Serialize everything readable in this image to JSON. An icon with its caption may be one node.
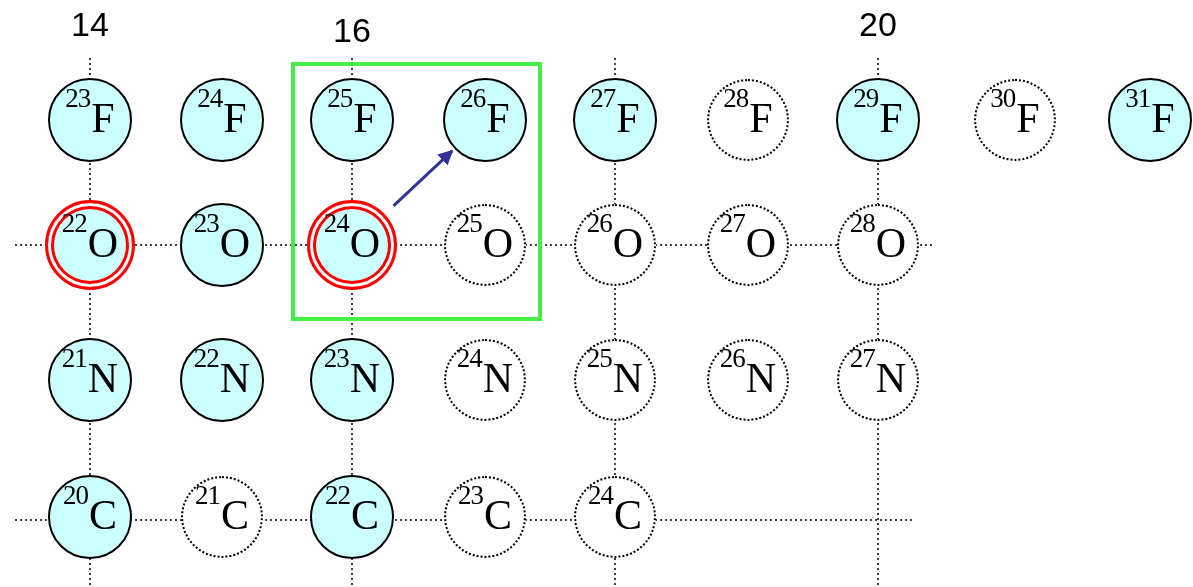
{
  "diagram": {
    "nodes": [
      {
        "text": [],
        "shape": "box"
      },
      {
        "text": [
          "$^{23}$F"
        ]
      },
      {
        "text": [
          "$^{24}$F"
        ]
      },
      {
        "text": [
          "$^{25}$F"
        ],
        "in": 0
      },
      {
        "text": [
          "$^{26}$F"
        ],
        "in": 0
      },
      {
        "text": [
          "$^{27}$F"
        ]
      },
      {
        "text": [
          "$^{28}$F"
        ]
      },
      {
        "text": [
          "$^{29}$F"
        ]
      },
      {
        "text": [
          "$^{30}$F"
        ]
      },
      {
        "text": [
          "$^{31}$F"
        ]
      },
      {
        "text": [
          "$^{22}$O"
        ]
      },
      {
        "text": [
          "$^{23}$O"
        ]
      },
      {
        "text": [
          "$^{24}$O"
        ],
        "in": 0
      },
      {
        "text": [
          "$^{25}$O"
        ],
        "in": 0
      },
      {
        "text": [
          "$^{26}$O"
        ]
      },
      {
        "text": [
          "$^{27}$O"
        ]
      },
      {
        "text": [
          "$^{28}$O"
        ]
      },
      {
        "text": [
          "$^{21}$N"
        ]
      },
      {
        "text": [
          "$^{22}$N"
        ]
      },
      {
        "text": [
          "$^{23}$N"
        ]
      },
      {
        "text": [
          "$^{24}$N"
        ]
      },
      {
        "text": [
          "$^{25}$N"
        ]
      },
      {
        "text": [
          "$^{26}$N"
        ]
      },
      {
        "text": [
          "$^{27}$N"
        ]
      },
      {
        "text": [
          "$^{20}$C"
        ]
      },
      {
        "text": [
          "$^{21}$C"
        ]
      },
      {
        "text": [
          "$^{22}$C"
        ]
      },
      {
        "text": [
          "$^{23}$C"
        ]
      },
      {
        "text": [
          "$^{24}$C"
        ]
      }
    ],
    "edges": [
      {
        "from": 12,
        "to": 4,
        "arrow": "to"
      }
    ],
    "labels": [
      "14",
      "16",
      "20"
    ]
  }
}
